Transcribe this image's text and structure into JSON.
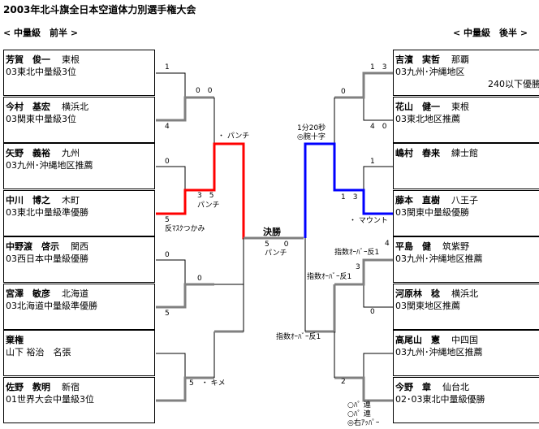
{
  "title": "2003年北斗旗全日本空道体力別選手権大会",
  "left_header": "< 中量級　前半 >",
  "right_header": "< 中量級　後半 >",
  "final_label": "決勝",
  "left": [
    {
      "name": "芳賀　俊一",
      "club": "東根",
      "line2": "03東北中量級3位"
    },
    {
      "name": "今村　基宏",
      "club": "横浜北",
      "line2": "03関東中量級3位"
    },
    {
      "name": "矢野　義裕",
      "club": "九州",
      "line2": "03九州･沖縄地区推薦"
    },
    {
      "name": "中川　博之",
      "club": "木町",
      "line2": "03東北中量級準優勝"
    },
    {
      "name": "中野渡　啓示",
      "club": "関西",
      "line2": "03西日本中量級優勝"
    },
    {
      "name": "宮澤　敏彦",
      "club": "北海道",
      "line2": "03北海道中量級準優勝"
    },
    {
      "name": "棄権",
      "club": "",
      "line2": "山下 裕治　名張"
    },
    {
      "name": "佐野　教明",
      "club": "新宿",
      "line2": "01世界大会中量級3位"
    }
  ],
  "right": [
    {
      "name": "吉濱　実哲",
      "club": "那覇",
      "line2": "03九州･沖縄地区",
      "line3": "240以下優勝"
    },
    {
      "name": "花山　健一",
      "club": "東根",
      "line2": "03東北地区推薦"
    },
    {
      "name": "嶋村　春来",
      "club": "練士館",
      "line2": ""
    },
    {
      "name": "藤本　直樹",
      "club": "八王子",
      "line2": "03関東中量級優勝"
    },
    {
      "name": "平島　健",
      "club": "筑紫野",
      "line2": "03九州･沖縄地区推薦"
    },
    {
      "name": "河原林　稔",
      "club": "横浜北",
      "line2": "03関東地区推薦"
    },
    {
      "name": "高尾山　憲",
      "club": "中四国",
      "line2": "03九州･沖縄地区推薦"
    },
    {
      "name": "今野　章",
      "club": "仙台北",
      "line2": "02･03東北中量級優勝"
    }
  ],
  "labels": {
    "l_r1a_top": "1",
    "l_r1a_bot": "4",
    "l_r1a_res": "0　0",
    "l_r1b_top": "0",
    "l_r1b_bot": "5",
    "l_r1b_res": "3　5",
    "l_r1b_note": "パンチ",
    "l_r1b_note2": "反ﾏｽｸつかみ",
    "l_r2a_note": "・ パンチ",
    "l_r1c_top": "0",
    "l_r1c_bot": "5",
    "l_r1c_res": "0",
    "l_r1d_res": "5　・ キメ",
    "l_final_res": "5　　0",
    "l_final_note": "パンチ",
    "r_r1a_top": "1　3",
    "r_r1a_left": "0",
    "r_r1a_bot": "4　0",
    "r_r2a_note1": "1分20秒",
    "r_r2a_note2": "◎腕十字",
    "r_r1b_top": "1",
    "r_r1b_res": "1　3",
    "r_r1b_note": "・ マウント",
    "r_r1c_top": "4",
    "r_r1c_note": "指数ｵｰﾊﾞｰ反1",
    "r_r1c_res": "3",
    "r_r1c_note2": "指数ｵｰﾊﾞｰ反1",
    "r_r1c_bot": "0",
    "r_r2b_note": "指数ｵｰﾊﾞｰ反1",
    "r_r1d_res": "2",
    "r_r1d_n1": "○ﾊﾟ 連",
    "r_r1d_n2": "○ﾊﾟ 連",
    "r_r1d_n3": "◎右ｱｯﾊﾟｰ"
  },
  "colors": {
    "left_winner": "#ff0000",
    "right_winner": "#0000ff",
    "advance": "#808080",
    "line": "#000000"
  }
}
